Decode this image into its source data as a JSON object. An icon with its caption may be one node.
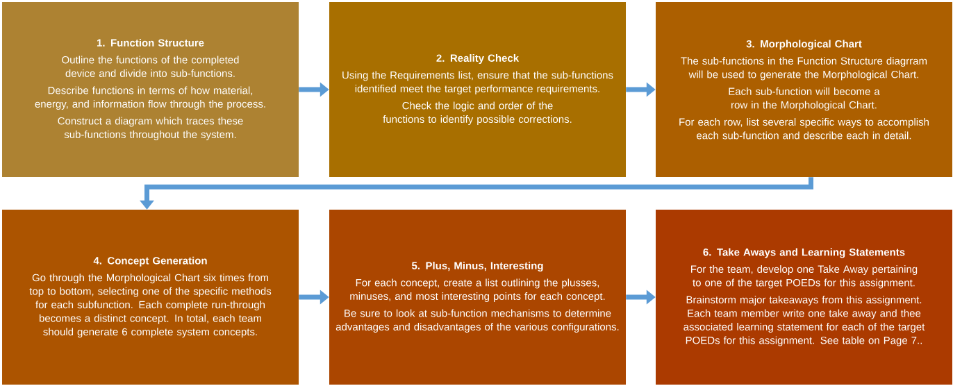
{
  "diagram": {
    "nodes": [
      {
        "text": [
          "1.  Function Structure",
          "Outline the functions of the completed device and divide into sub-functions.",
          "Describe functions in terms of how material, energy, and information flow through the process.",
          "Construct a diagram which traces these sub-functions throughout the system."
        ]
      },
      {
        "text": [
          "2. Reality Check",
          "Using the Requirements list, ensure that the sub-functions identified meet the target performance requirements.",
          "Check the logic and order of the functions to identify possible corrections."
        ]
      },
      {
        "text": [
          "3. Morphological Chart",
          "The sub-functions in the Function Structure diagrram will be used to generate the Morphological Chart.",
          "Each sub-function will become a row in the Morphological Chart.",
          "For each row, list several specific ways to accomplish each sub-function and describe each in detail."
        ]
      },
      {
        "text": [
          "4. Concept Generation",
          "Go through the Morphological Chart six times from top to bottom, selecting one of the specific methods for each subfunction.  Each complete run-through becomes a distinct concept.  In total, each team should generate 6 complete system concepts."
        ]
      },
      {
        "text": [
          "5. Plus, Minus, Interesting",
          "For each concept, create a list outlining the plusses, minuses, and most interesting points for each concept.",
          "Be sure to look at sub-function mechanisms to determine advantages and disadvantages of the various configurations."
        ]
      },
      {
        "text": [
          "6. Take Aways and Learning Statements",
          "For the team, develop one Take Away pertaining to one of the target POEDs for this assignment.",
          "Brainstorm major takeaways from this assignment.   Each team member write one take away and thee associated learning statement for each of the target POEDs for this assignment.  See table on Page 7.."
        ]
      }
    ],
    "edges": [
      {
        "from": 0,
        "to": 1,
        "arrow": "to"
      },
      {
        "from": 1,
        "to": 2,
        "arrow": "to"
      },
      {
        "from": 2,
        "to": 3,
        "arrow": "to"
      },
      {
        "from": 3,
        "to": 4,
        "arrow": "to"
      },
      {
        "from": 4,
        "to": 5,
        "arrow": "to"
      }
    ]
  }
}
